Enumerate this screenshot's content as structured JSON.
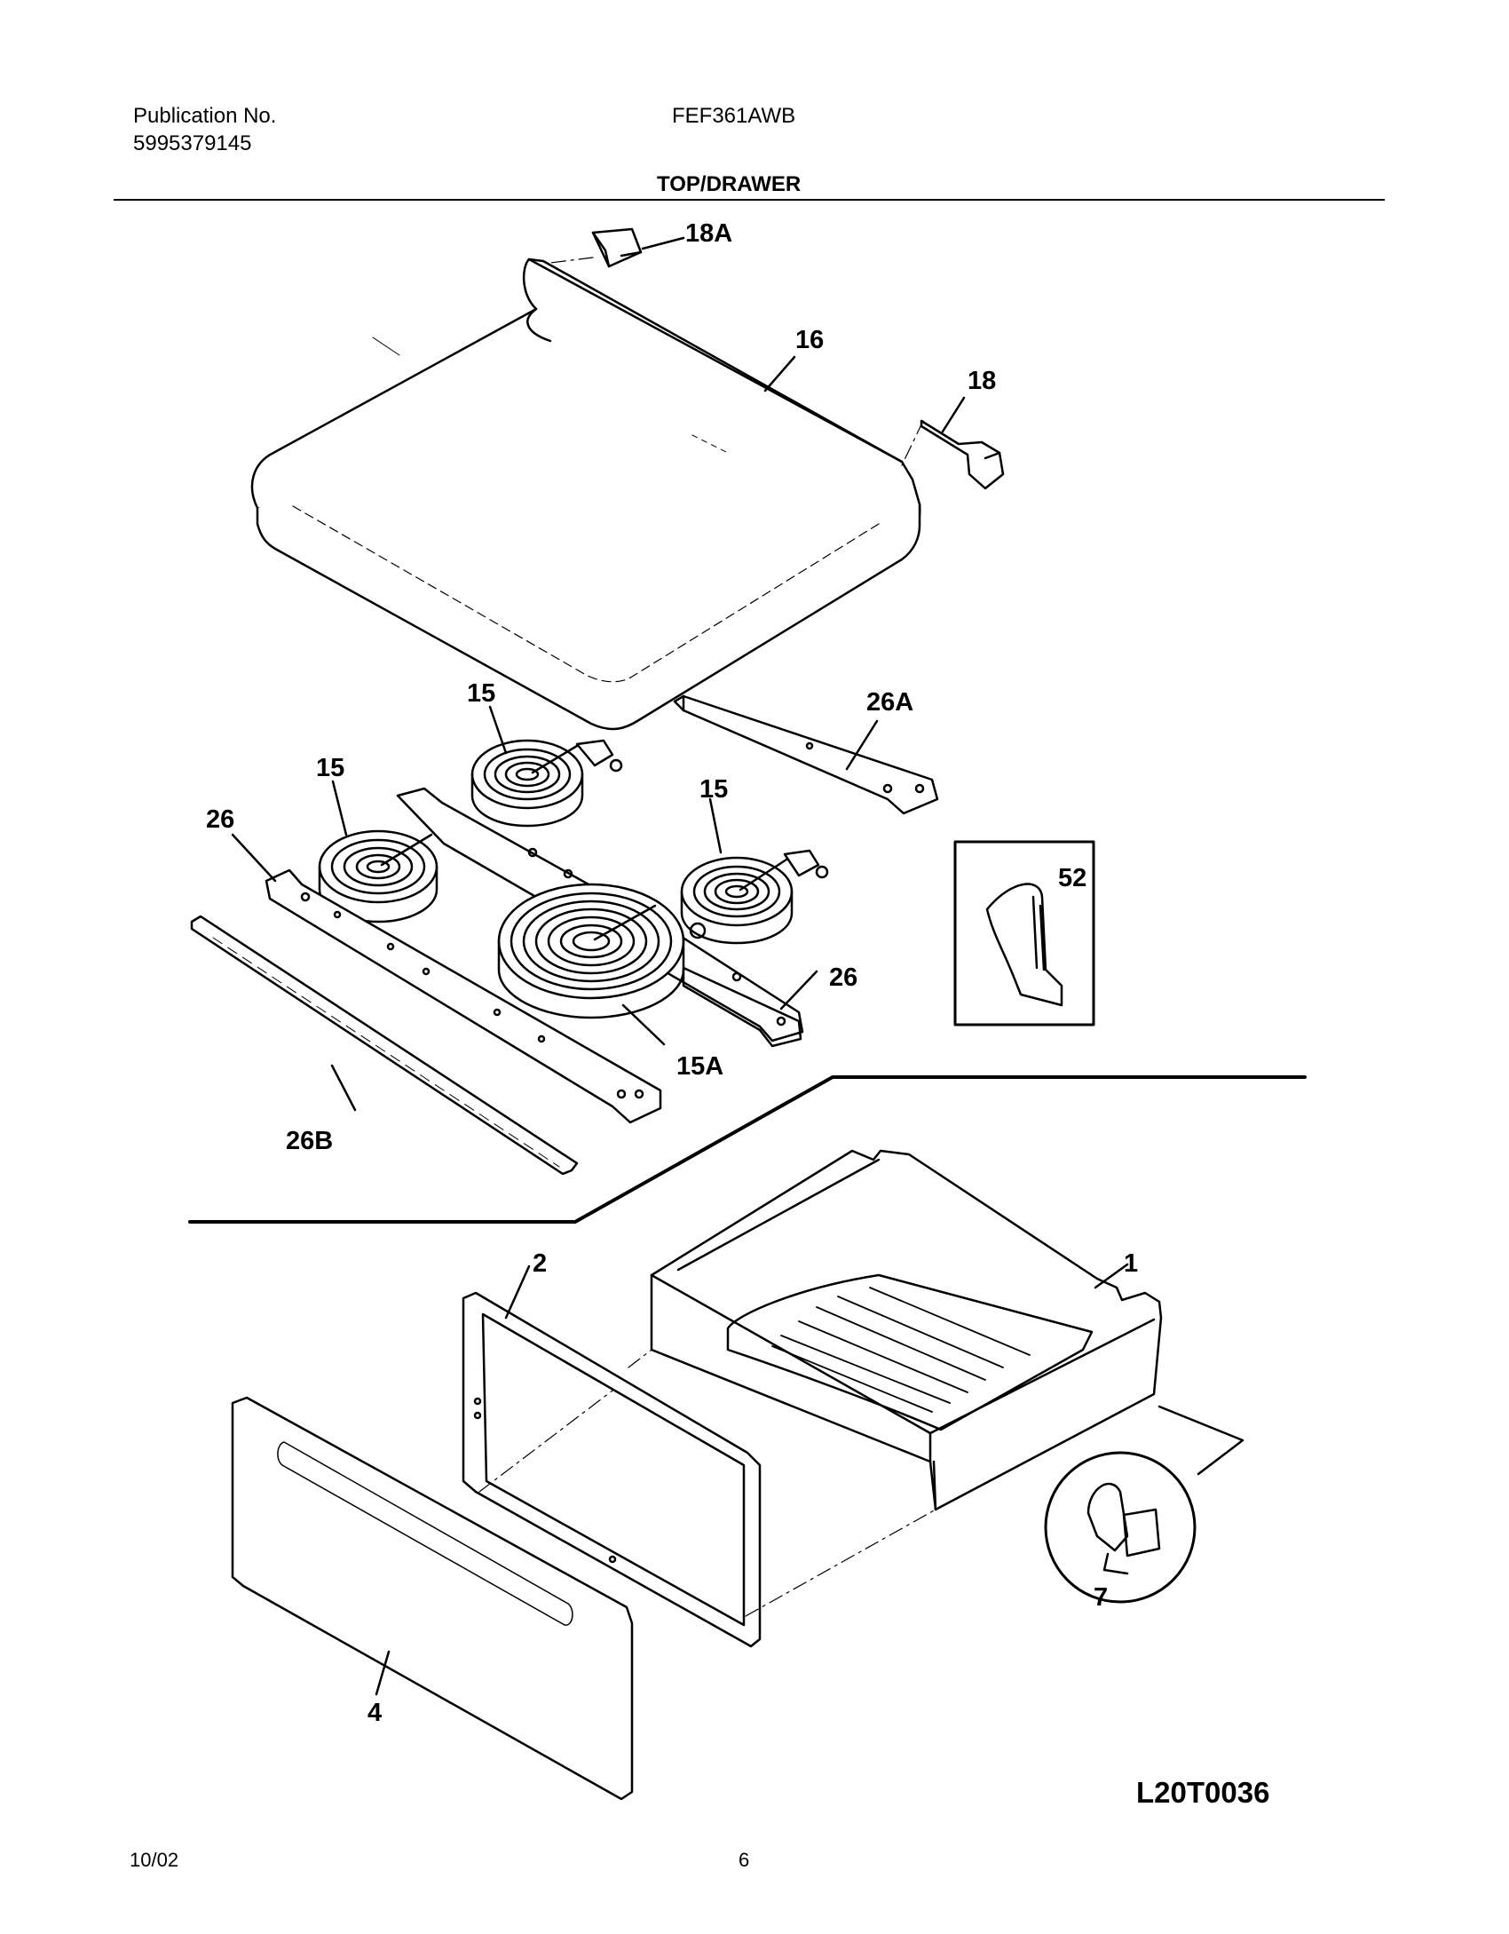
{
  "header": {
    "publication_label": "Publication No.",
    "publication_number": "5995379145",
    "model": "FEF361AWB",
    "section_title": "TOP/DRAWER"
  },
  "callouts": {
    "c18a": "18A",
    "c16": "16",
    "c18": "18",
    "c15_top": "15",
    "c26a": "26A",
    "c15_left": "15",
    "c26_left": "26",
    "c15_right": "15",
    "c52": "52",
    "c26_right": "26",
    "c15a": "15A",
    "c26b": "26B",
    "c2": "2",
    "c1": "1",
    "c7": "7",
    "c4": "4"
  },
  "diagram_code": "L20T0036",
  "footer": {
    "date": "10/02",
    "page": "6"
  }
}
